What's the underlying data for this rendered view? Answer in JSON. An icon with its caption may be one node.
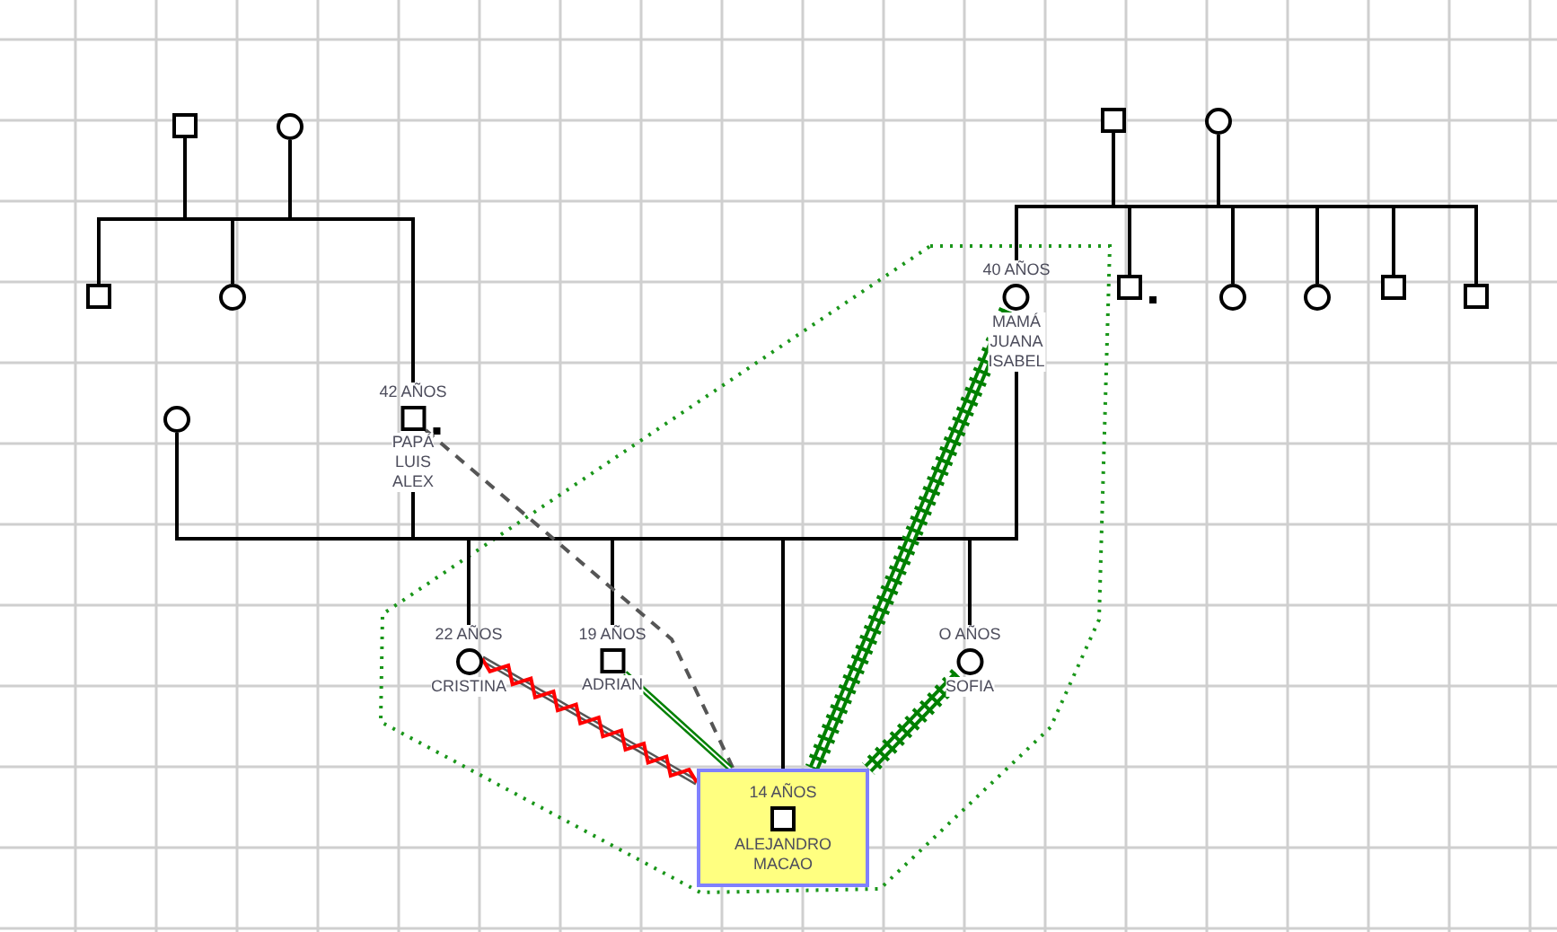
{
  "diagram": {
    "nodes": [
      {
        "text": [],
        "shape": "box"
      },
      {
        "text": [],
        "shape": "circle"
      },
      {
        "text": [],
        "shape": "box"
      },
      {
        "text": [],
        "shape": "circle"
      },
      {
        "text": [
          "42 AÑOS",
          "PAPÁ LUIS ALEX"
        ]
      },
      {
        "text": [],
        "shape": "circle"
      },
      {
        "text": [],
        "shape": "box"
      },
      {
        "text": [],
        "shape": "circle"
      },
      {
        "text": [
          "40 AÑOS",
          "MAMÁ JUANA ISABEL"
        ]
      },
      {
        "text": [],
        "shape": "box"
      },
      {
        "text": [],
        "shape": "circle"
      },
      {
        "text": [],
        "shape": "circle"
      },
      {
        "text": [],
        "shape": "box"
      },
      {
        "text": [],
        "shape": "box"
      },
      {
        "text": [
          "22 AÑOS",
          "CRISTINA"
        ]
      },
      {
        "text": [
          "19 AÑOS",
          "ADRIAN"
        ]
      },
      {
        "text": [
          "14 AÑOS",
          "ALEJANDRO MACAO"
        ]
      },
      {
        "text": [
          "O AÑOS",
          "SOFIA"
        ]
      }
    ],
    "edges": [
      {
        "from": 0,
        "to": 2,
        "arrow": "none"
      },
      {
        "from": 0,
        "to": 3,
        "arrow": "none"
      },
      {
        "from": 0,
        "to": 4,
        "arrow": "none"
      },
      {
        "from": 1,
        "to": 2,
        "arrow": "none"
      },
      {
        "from": 1,
        "to": 3,
        "arrow": "none"
      },
      {
        "from": 1,
        "to": 4,
        "arrow": "none"
      },
      {
        "from": 6,
        "to": 8,
        "arrow": "none"
      },
      {
        "from": 6,
        "to": 9,
        "arrow": "none"
      },
      {
        "from": 6,
        "to": 10,
        "arrow": "none"
      },
      {
        "from": 6,
        "to": 11,
        "arrow": "none"
      },
      {
        "from": 6,
        "to": 12,
        "arrow": "none"
      },
      {
        "from": 6,
        "to": 13,
        "arrow": "none"
      },
      {
        "from": 7,
        "to": 8,
        "arrow": "none"
      },
      {
        "from": 7,
        "to": 9,
        "arrow": "none"
      },
      {
        "from": 7,
        "to": 10,
        "arrow": "none"
      },
      {
        "from": 7,
        "to": 11,
        "arrow": "none"
      },
      {
        "from": 7,
        "to": 12,
        "arrow": "none"
      },
      {
        "from": 7,
        "to": 13,
        "arrow": "none"
      },
      {
        "from": 5,
        "to": 4,
        "arrow": "none"
      },
      {
        "from": 4,
        "to": 14,
        "arrow": "none"
      },
      {
        "from": 4,
        "to": 15,
        "arrow": "none"
      },
      {
        "from": 4,
        "to": 16,
        "arrow": "none"
      },
      {
        "from": 4,
        "to": 17,
        "arrow": "none"
      },
      {
        "from": 8,
        "to": 14,
        "arrow": "none"
      },
      {
        "from": 8,
        "to": 15,
        "arrow": "none"
      },
      {
        "from": 8,
        "to": 16,
        "arrow": "none"
      },
      {
        "from": 8,
        "to": 17,
        "arrow": "none"
      },
      {
        "from": 4,
        "to": 16,
        "arrow": "none",
        "style": "dashed",
        "color": "#555555"
      },
      {
        "from": 14,
        "to": 16,
        "arrow": "none",
        "color": "#ff0000"
      },
      {
        "from": 15,
        "to": 16,
        "arrow": "none",
        "color": "#008000"
      },
      {
        "from": 8,
        "to": 16,
        "arrow": "none",
        "style": "thick",
        "color": "#008000"
      },
      {
        "from": 17,
        "to": 16,
        "arrow": "none",
        "style": "thick",
        "color": "#008000"
      }
    ]
  }
}
